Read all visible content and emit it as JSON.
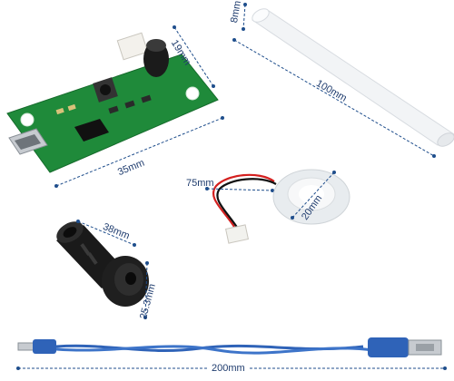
{
  "colors": {
    "dimension_line": "#1f4e8c",
    "pcb_green": "#1f8a3a",
    "usb_cable_blue": "#2f63b8",
    "tube_white": "#f2f4f6",
    "ceramic_disc": "#e8ecef",
    "black_part": "#1a1a1a"
  },
  "labels": {
    "pcb_height": "19mm",
    "pcb_width": "35mm",
    "stick_diameter": "8mm",
    "stick_length": "100mm",
    "wire_length": "75mm",
    "disc_diameter": "20mm",
    "nozzle_length": "38mm",
    "nozzle_diameter": "25.3mm",
    "cable_length": "200mm"
  },
  "icons": {
    "pcb": "circuit-board-icon",
    "stick": "cotton-stick-icon",
    "disc": "atomizer-disc-icon",
    "nozzle": "nozzle-icon",
    "cable": "usb-cable-icon"
  }
}
